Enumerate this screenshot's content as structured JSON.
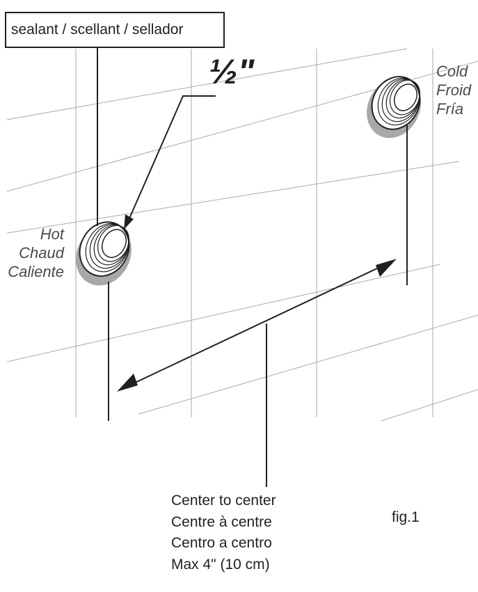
{
  "sealant_label": "sealant / scellant / sellador",
  "size_label": "½\"",
  "hot": {
    "lines": [
      "Hot",
      "Chaud",
      "Caliente"
    ]
  },
  "cold": {
    "lines": [
      "Cold",
      "Froid",
      "Fría"
    ]
  },
  "dimension": {
    "lines": [
      "Center to center",
      "Centre à centre",
      "Centro a centro",
      "Max 4\" (10 cm)"
    ]
  },
  "figure_label": "fig.1",
  "colors": {
    "line": "#231f20",
    "guide": "#aaaaaa",
    "sealant_shadow": "#a8a8a8"
  }
}
